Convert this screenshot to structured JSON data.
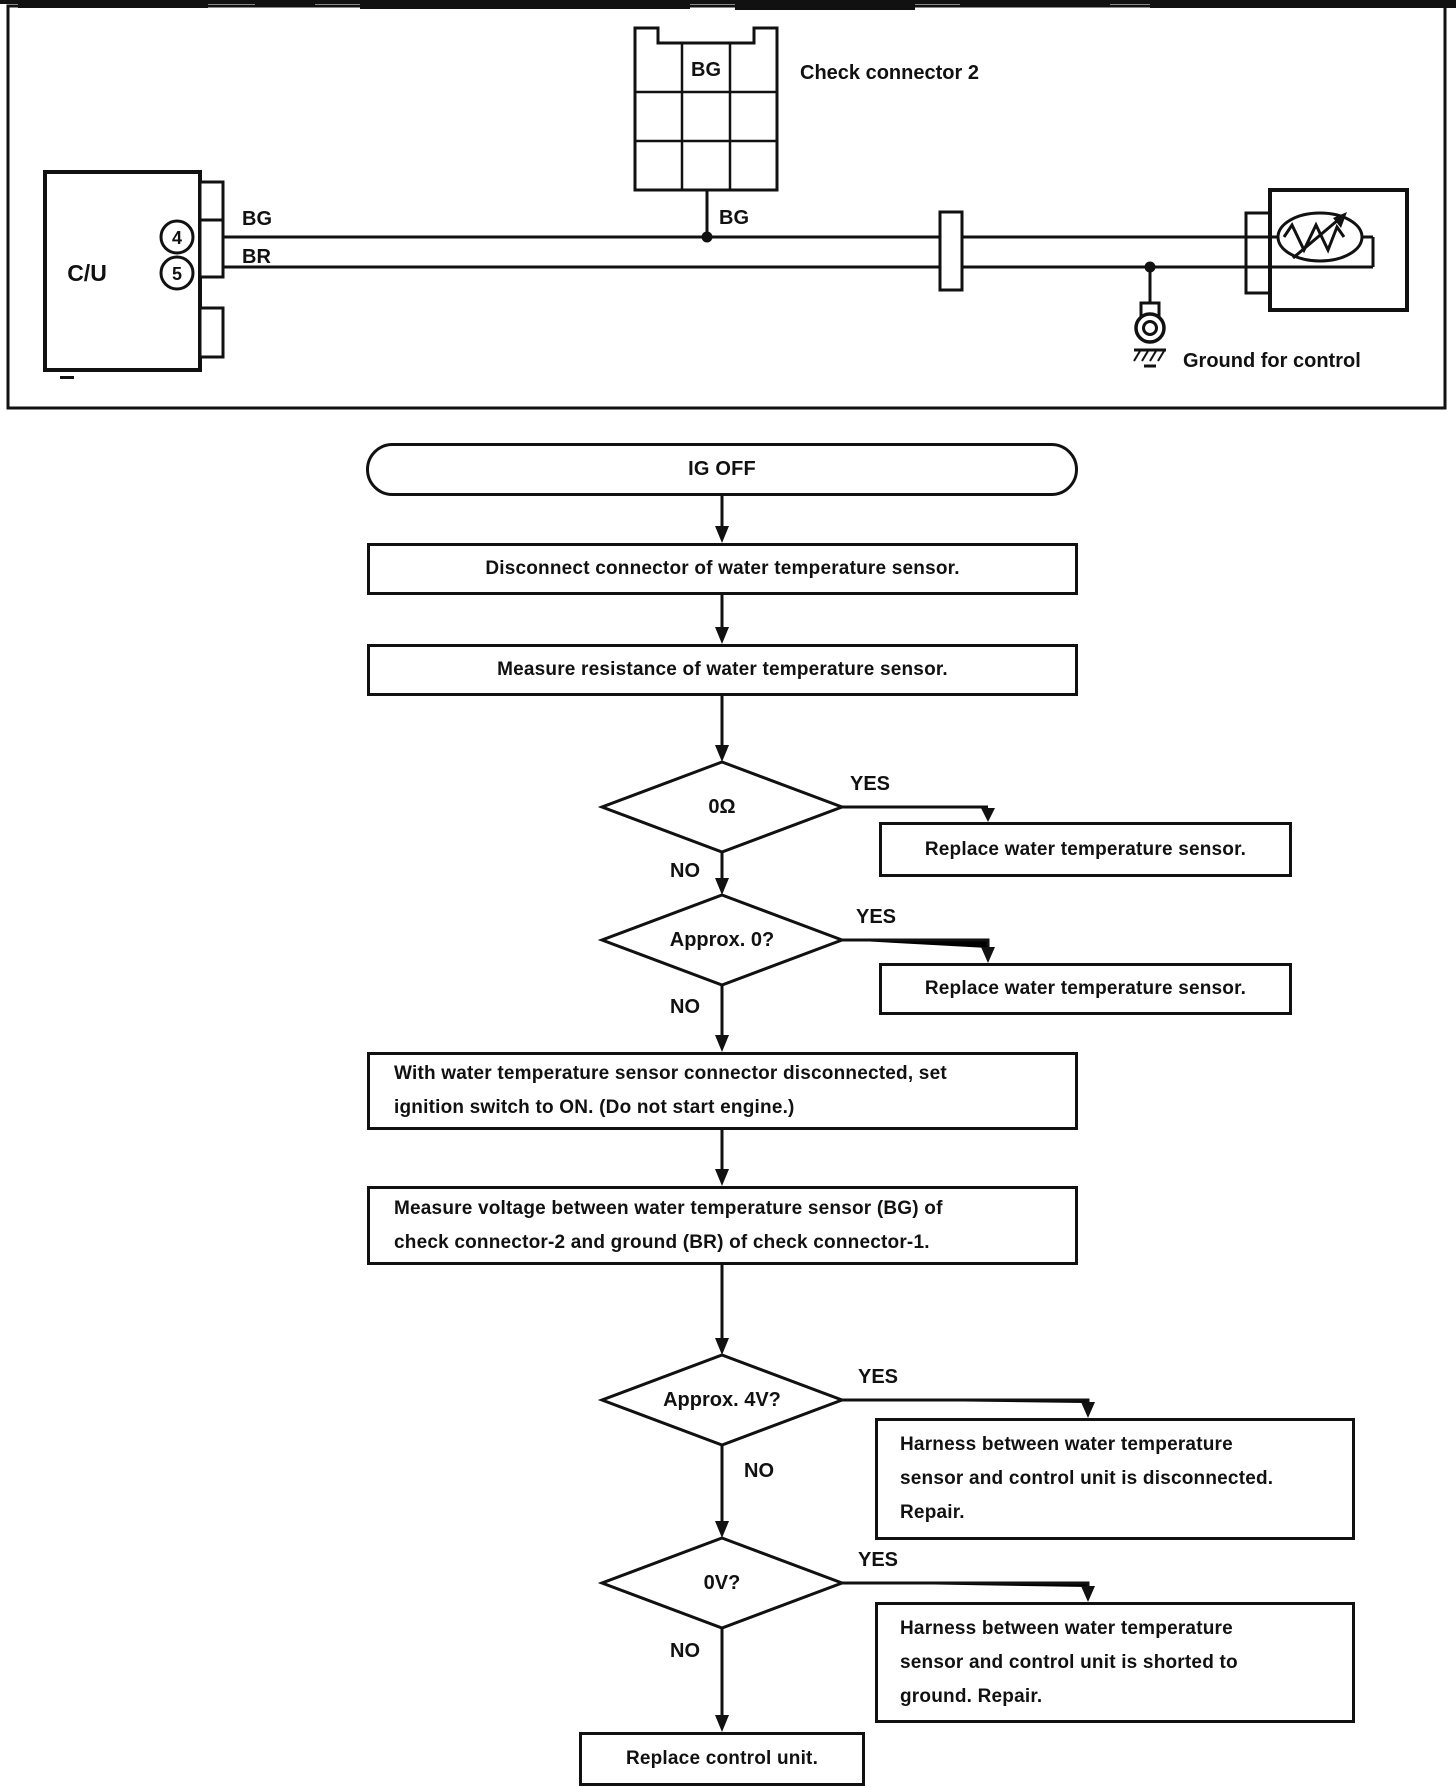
{
  "page": {
    "background": "#ffffff",
    "ink": "#111111"
  },
  "wiring_diagram": {
    "control_unit_label": "C/U",
    "pin_labels": {
      "pin4": "4",
      "pin5": "5"
    },
    "wire_labels": {
      "bg": "BG",
      "br": "BR"
    },
    "check_connector": {
      "cell_label": "BG",
      "caption": "Check connector 2",
      "wire_label": "BG"
    },
    "ground_caption": "Ground for control"
  },
  "flowchart": {
    "start_label": "IG OFF",
    "steps": {
      "disconnect": "Disconnect connector of water temperature sensor.",
      "measure_resistance": "Measure resistance of water temperature sensor.",
      "ignition_on_lines": [
        "With water temperature sensor connector disconnected, set",
        "ignition switch to ON. (Do not start engine.)"
      ],
      "measure_voltage_lines": [
        "Measure voltage between water temperature sensor (BG) of",
        "check connector-2 and ground (BR) of check connector-1."
      ]
    },
    "decisions": {
      "resistance_zero_ohm": "0Ω",
      "resistance_approx_zero": "Approx. 0?",
      "voltage_approx_4v": "Approx. 4V?",
      "voltage_zero": "0V?"
    },
    "branch_labels": {
      "yes": "YES",
      "no": "NO"
    },
    "results": {
      "replace_sensor_1": "Replace water temperature sensor.",
      "replace_sensor_2": "Replace water temperature sensor.",
      "harness_disconnected_lines": [
        "Harness between water temperature",
        "sensor and control unit is disconnected.",
        "Repair."
      ],
      "harness_shorted_lines": [
        "Harness between water temperature",
        "sensor and control unit is shorted to",
        "ground. Repair."
      ],
      "replace_control_unit": "Replace control unit."
    }
  }
}
